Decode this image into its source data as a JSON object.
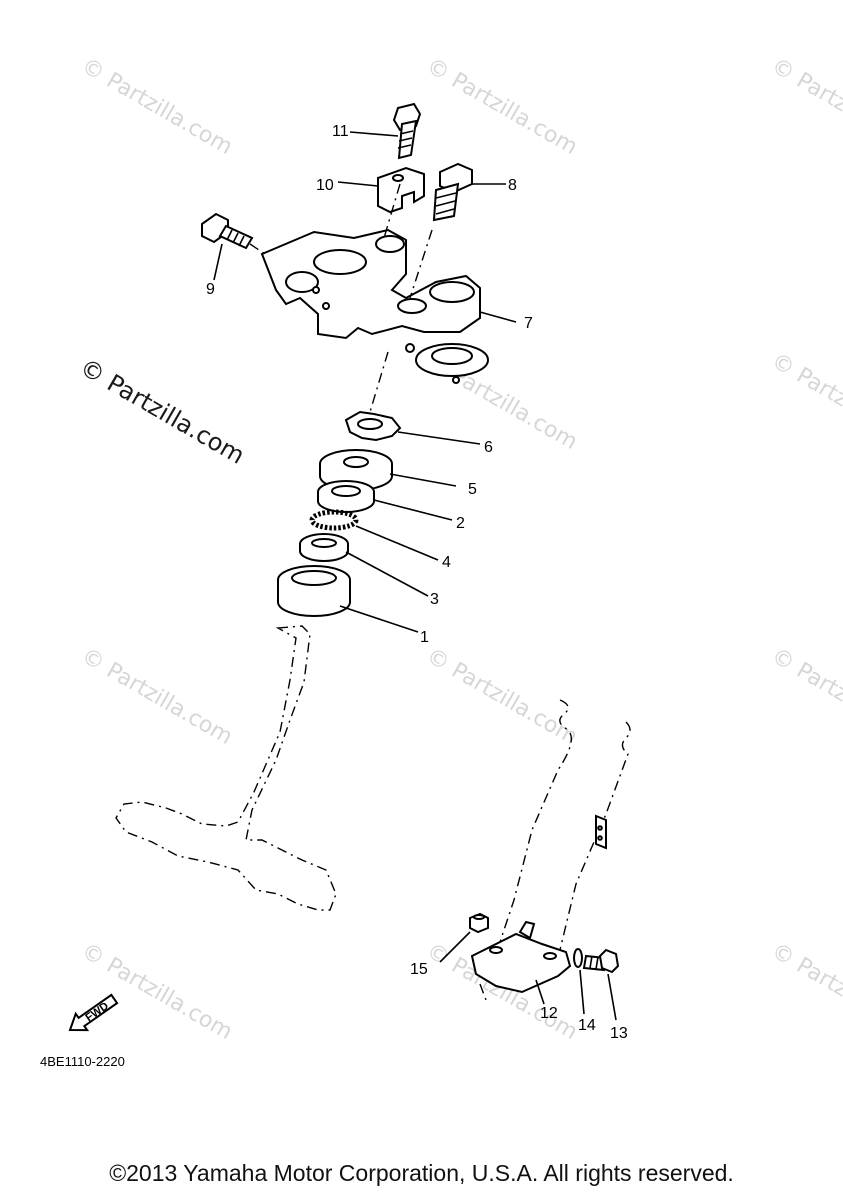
{
  "watermark": {
    "text": "© Partzilla.com",
    "prominent_text": "© Partzilla.com"
  },
  "diagram_code": "4BE1110-2220",
  "fwd_label": "FWD",
  "copyright": "©2013 Yamaha Motor Corporation, U.S.A. All rights reserved.",
  "part_labels": {
    "p1": "1",
    "p2": "2",
    "p3": "3",
    "p4": "4",
    "p5": "5",
    "p6": "6",
    "p7": "7",
    "p8": "8",
    "p9": "9",
    "p10": "10",
    "p11": "11",
    "p12": "12",
    "p13": "13",
    "p14": "14",
    "p15": "15"
  }
}
